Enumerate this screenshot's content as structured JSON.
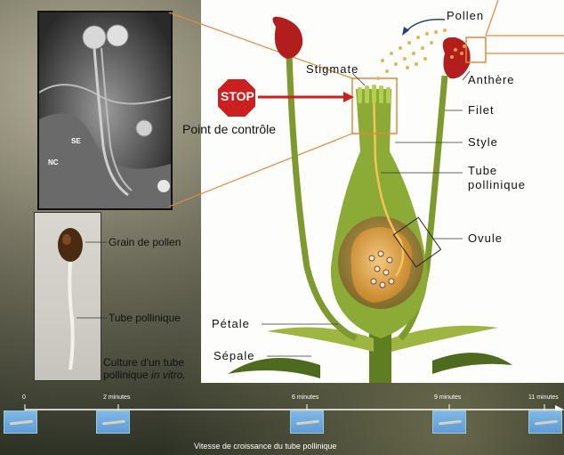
{
  "labels": {
    "pollen": "Pollen",
    "stigmate": "Stigmate",
    "anthere": "Anthère",
    "filet": "Filet",
    "style": "Style",
    "tube_line1": "Tube",
    "tube_line2": "pollinique",
    "ovule": "Ovule",
    "petale": "Pétale",
    "sepale": "Sépale",
    "stop": "STOP",
    "point_controle": "Point de contrôle",
    "sem_se": "SE",
    "sem_nc": "NC",
    "grain": "Grain de pollen",
    "tube_pollinique": "Tube pollinique",
    "culture_line1": "Culture d'un tube",
    "culture_line2_a": "pollinique ",
    "culture_line2_b": "in vitro."
  },
  "timeline": {
    "marks": [
      "0",
      "2 minutes",
      "6 minutes",
      "9 minutes",
      "11 minutes"
    ],
    "caption": "Vitesse de croissance du tube pollinique"
  },
  "colors": {
    "stop_red": "#cc1f1f",
    "accent_orange": "#e28a3a",
    "stem_green": "#7e9a2e",
    "anther_red": "#b21e1e"
  }
}
